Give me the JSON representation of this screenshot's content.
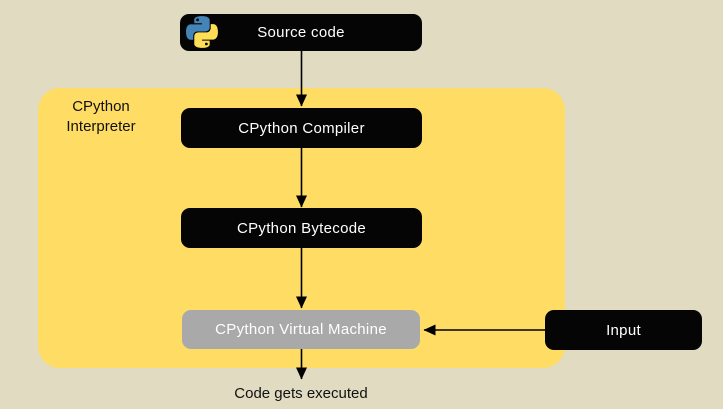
{
  "colors": {
    "background": "#E1DBC1",
    "panel_yellow": "#FFDC64",
    "box_black": "#050505",
    "box_gray": "#A9A9A9",
    "text_light": "#FFFFFF",
    "text_dark": "#111111",
    "arrow": "#000000",
    "python_blue": "#4584B6",
    "python_yellow": "#FFDE57"
  },
  "panel": {
    "title_line1": "CPython",
    "title_line2": "Interpreter"
  },
  "nodes": {
    "source_code": {
      "label": "Source code",
      "icon": "python-logo"
    },
    "compiler": {
      "label": "CPython Compiler"
    },
    "bytecode": {
      "label": "CPython Bytecode"
    },
    "virtual_machine": {
      "label": "CPython Virtual Machine"
    },
    "input": {
      "label": "Input"
    }
  },
  "caption": {
    "text": "Code gets executed"
  },
  "arrows": [
    {
      "from": "source_code",
      "to": "compiler",
      "direction": "down"
    },
    {
      "from": "compiler",
      "to": "bytecode",
      "direction": "down"
    },
    {
      "from": "bytecode",
      "to": "virtual_machine",
      "direction": "down"
    },
    {
      "from": "virtual_machine",
      "to": "caption",
      "direction": "down"
    },
    {
      "from": "input",
      "to": "virtual_machine",
      "direction": "left"
    }
  ]
}
